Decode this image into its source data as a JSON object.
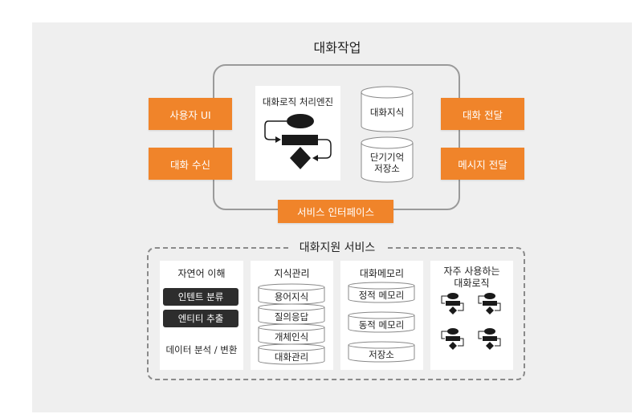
{
  "main": {
    "title": "대화작업",
    "left_buttons": [
      "사용자 UI",
      "대화 수신"
    ],
    "right_buttons": [
      "대화 전달",
      "메시지 전달"
    ],
    "engine_label": "대화로직 처리엔진",
    "db_knowledge": "대화지식",
    "db_memory": [
      "단기기억",
      "저장소"
    ],
    "bottom_button": "서비스 인터페이스"
  },
  "support": {
    "title": "대화지원 서비스",
    "columns": {
      "nlu": {
        "title": "자연어 이해",
        "buttons": [
          "인텐트 분류",
          "엔티티 추출"
        ],
        "footer": "데이터 분석 / 변환"
      },
      "knowledge": {
        "title": "지식관리",
        "items": [
          "용어지식",
          "질의응답",
          "개체인식",
          "대화관리"
        ]
      },
      "memory": {
        "title": "대화메모리",
        "items": [
          "정적 메모리",
          "동적 메모리",
          "저장소"
        ]
      },
      "logic": {
        "title": [
          "자주 사용하는",
          "대화로직"
        ]
      }
    }
  },
  "colors": {
    "accent": "#f0842a",
    "dark": "#2d2d2d",
    "panel": "#efefef"
  }
}
